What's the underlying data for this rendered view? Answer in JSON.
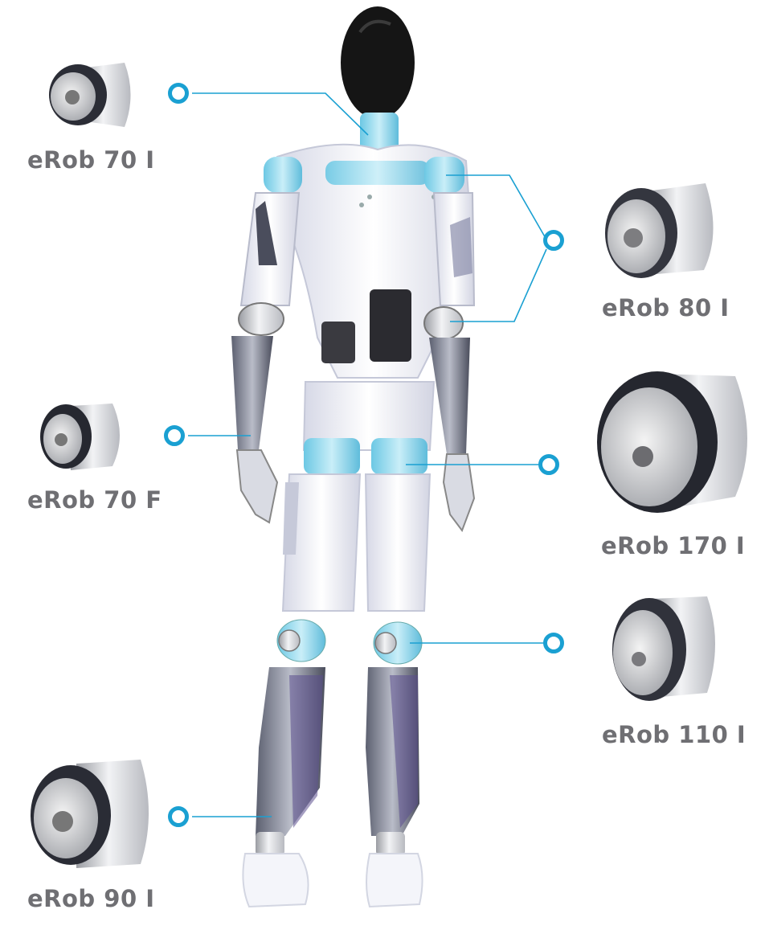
{
  "actuators": [
    {
      "id": "erob-70-i",
      "label": "eRob 70 I"
    },
    {
      "id": "erob-80-i",
      "label": "eRob 80 I"
    },
    {
      "id": "erob-70-f",
      "label": "eRob 70 F"
    },
    {
      "id": "erob-170-i",
      "label": "eRob 170 I"
    },
    {
      "id": "erob-110-i",
      "label": "eRob 110 I"
    },
    {
      "id": "erob-90-i",
      "label": "eRob 90 I"
    }
  ],
  "colors": {
    "accent": "#1aa0d2",
    "label_text": "#6f6f73",
    "robot_shell": "#eef0f7",
    "robot_limb": "#7b7f93",
    "robot_joint": "#8fd6ea",
    "robot_head": "#151515"
  }
}
